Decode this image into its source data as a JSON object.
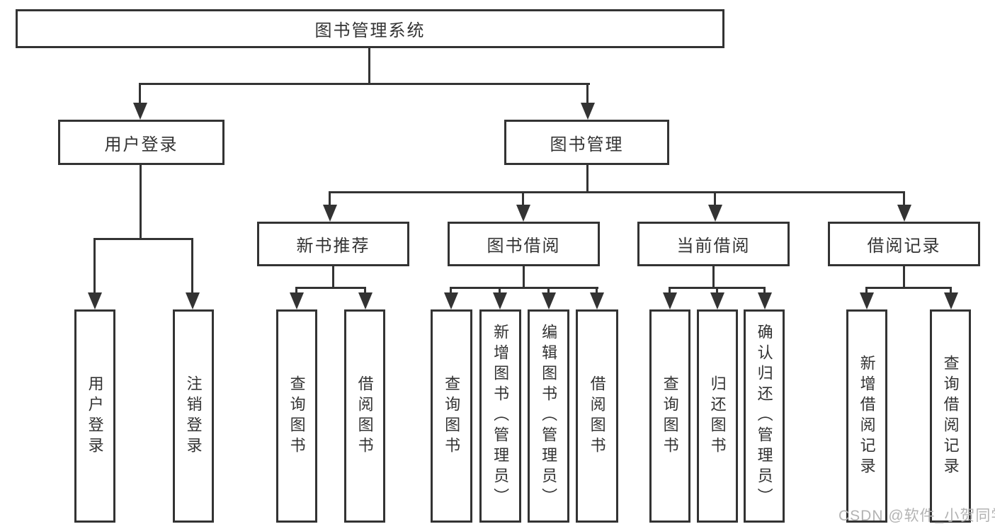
{
  "diagram": {
    "tree": {
      "root": {
        "label": "图书管理系统"
      },
      "children": [
        {
          "label": "用户登录",
          "children": [
            {
              "label": "用户登录"
            },
            {
              "label": "注销登录"
            }
          ]
        },
        {
          "label": "图书管理",
          "children": [
            {
              "label": "新书推荐",
              "children": [
                {
                  "label": "查询图书"
                },
                {
                  "label": "借阅图书"
                }
              ]
            },
            {
              "label": "图书借阅",
              "children": [
                {
                  "label": "查询图书"
                },
                {
                  "label": "新增图书（管理员）"
                },
                {
                  "label": "编辑图书（管理员）"
                },
                {
                  "label": "借阅图书"
                }
              ]
            },
            {
              "label": "当前借阅",
              "children": [
                {
                  "label": "查询图书"
                },
                {
                  "label": "归还图书"
                },
                {
                  "label": "确认归还（管理员）"
                }
              ]
            },
            {
              "label": "借阅记录",
              "children": [
                {
                  "label": "新增借阅记录"
                },
                {
                  "label": "查询借阅记录"
                }
              ]
            }
          ]
        }
      ]
    },
    "colors": {
      "background": "#ffffff",
      "box_border": "#333333",
      "text": "#333333",
      "connector_line": "#333333",
      "watermark": "#b3b3b3"
    }
  },
  "watermark": {
    "text": "CSDN @软件_小贺同学"
  }
}
